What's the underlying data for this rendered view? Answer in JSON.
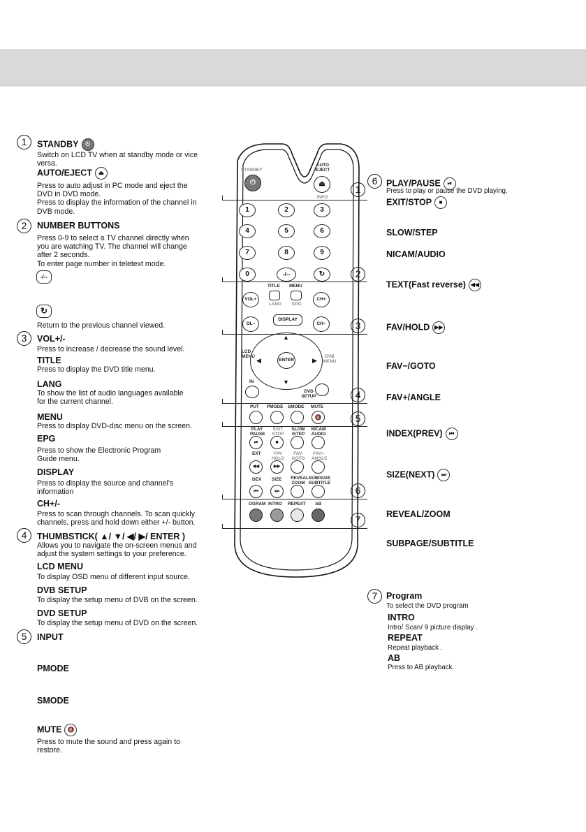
{
  "left": [
    {
      "num": "1",
      "title": "STANDBY",
      "icon": "power-icon",
      "desc": [
        "Switch on LCD TV when at standby mode or vice",
        "versa."
      ]
    },
    {
      "title": "AUTO/EJECT",
      "icon": "eject-icon",
      "desc": [
        "Press to auto adjust in PC mode and eject the",
        "DVD in DVD mode.",
        "Press to display the information of the channel in",
        "DVB mode."
      ]
    },
    {
      "num": "2",
      "title": "NUMBER BUTTONS",
      "desc": [
        "Press 0-9 to select a TV channel directly when",
        "you are watching TV. The channel will change",
        "after 2 seconds.",
        "To enter page number in teletext mode."
      ]
    },
    {
      "title": "-/--",
      "boxed": true
    },
    {
      "title": "↻",
      "boxed": true,
      "desc": [
        "Return to the previous channel viewed."
      ]
    },
    {
      "num": "3",
      "title": "VOL+/-",
      "desc": [
        "Press to increase / decrease the sound level."
      ]
    },
    {
      "title": "TITLE",
      "desc": [
        "Press to display the DVD title menu."
      ]
    },
    {
      "title": "LANG",
      "desc": [
        "To show the list of audio languages available",
        "for the current channel."
      ]
    },
    {
      "title": "MENU",
      "desc": [
        "Press to display DVD-disc menu on the screen."
      ]
    },
    {
      "title": "EPG",
      "desc": [
        "Press to show the Electronic Program",
        "Guide menu."
      ]
    },
    {
      "title": "DISPLAY",
      "desc": [
        "Press to display the source and channel's",
        "information"
      ]
    },
    {
      "title": "CH+/-",
      "desc": [
        "Press to scan through channels. To scan quickly",
        "channels, press and hold down either +/- button."
      ]
    },
    {
      "num": "4",
      "title": "THUMBSTICK( ▲/ ▼/ ◀/ ▶/ ENTER )",
      "desc": [
        "Allows you to navigate the on-screen menus and",
        "adjust the system settings to your preference."
      ]
    },
    {
      "title": "LCD MENU",
      "desc": [
        "To display OSD menu of different  input  source."
      ]
    },
    {
      "title": "DVB SETUP",
      "desc": [
        "To display  the  setup menu of DVB on the screen."
      ]
    },
    {
      "title": "DVD SETUP",
      "desc": [
        "To display  the  setup menu of DVD on the screen."
      ]
    },
    {
      "num": "5",
      "title": "INPUT"
    },
    {
      "title": "PMODE"
    },
    {
      "title": "SMODE"
    },
    {
      "title": "MUTE",
      "icon": "mute-icon",
      "desc": [
        "Press to mute the sound and press again to",
        "restore."
      ]
    }
  ],
  "right": [
    {
      "num": "6",
      "title": "PLAY/PAUSE",
      "icon": "play-pause-icon",
      "desc": [
        "Press to play or pause the DVD playing."
      ]
    },
    {
      "title": "EXIT/STOP",
      "icon": "stop-icon"
    },
    {
      "title": "SLOW/STEP"
    },
    {
      "title": "NICAM/AUDIO"
    },
    {
      "title": "TEXT(Fast reverse)",
      "icon": "fast-reverse-icon"
    },
    {
      "title": "FAV/HOLD",
      "icon": "fast-forward-icon"
    },
    {
      "title": "FAV−/GOTO"
    },
    {
      "title": "FAV+/ANGLE"
    },
    {
      "title": "INDEX(PREV)",
      "icon": "prev-icon"
    },
    {
      "title": "SIZE(NEXT)",
      "icon": "next-icon"
    },
    {
      "title": "REVEAL/ZOOM"
    },
    {
      "title": "SUBPAGE/SUBTITLE"
    },
    {
      "num": "7",
      "title": "Program",
      "desc": [
        "To select the DVD program"
      ]
    },
    {
      "title": "INTRO",
      "desc": [
        "Intro/ Scan/ 9 picture display ."
      ]
    },
    {
      "title": "REPEAT",
      "desc": [
        "Repeat playback ."
      ]
    },
    {
      "title": "AB",
      "desc": [
        "Press to AB playback."
      ]
    }
  ],
  "remote": {
    "standby": "STANDBY",
    "auto_eject": "AUTO EJECT",
    "info": "INFO",
    "digits": [
      "1",
      "2",
      "3",
      "4",
      "5",
      "6",
      "7",
      "8",
      "9",
      "0",
      "-/--",
      "↻"
    ],
    "title": "TITLE",
    "menu": "MENU",
    "lang": "LANG",
    "epg": "EPG",
    "display": "DISPLAY",
    "vol_plus": "VOL+",
    "vol_minus": "OL−",
    "ch_plus": "CH+",
    "ch_minus": "CH−",
    "lcd_menu": "LCD MENU",
    "enter": "ENTER",
    "dvb_menu": "DVB MENU",
    "input": "IN",
    "dvd_setup": "DVD SETUP",
    "row5": [
      "PUT",
      "PMODE",
      "SMODE",
      "MUTE"
    ],
    "row6": [
      "PLAY PAUSE",
      "EXIT STOP",
      "SLOW /STEP",
      "NICAM AUDIO"
    ],
    "row7": [
      "EXT",
      "FAV HOLD",
      "FAV- GOTO",
      "FAV+ ANGLE"
    ],
    "row8": [
      "DEX",
      "SIZE",
      "REVEAL ZOOM",
      "SUBPAGE SUBTITLE"
    ],
    "row9": [
      "OGRAM",
      "INTRO",
      "REPEAT",
      "AB"
    ],
    "callouts": [
      "1",
      "2",
      "3",
      "4",
      "5",
      "6",
      "7"
    ]
  }
}
